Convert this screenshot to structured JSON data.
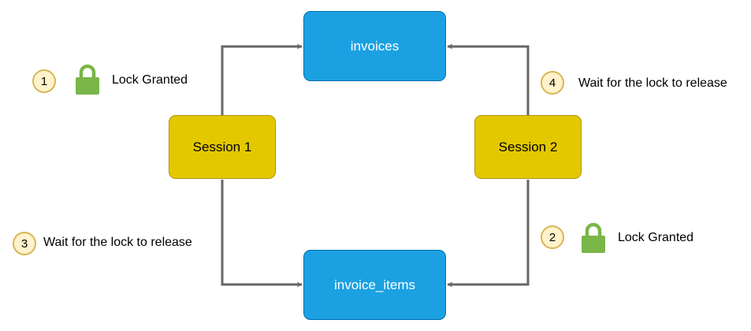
{
  "tables": {
    "invoices": "invoices",
    "invoice_items": "invoice_items"
  },
  "sessions": {
    "session_1": "Session 1",
    "session_2": "Session 2"
  },
  "steps": [
    {
      "number": "1",
      "text": "Lock Granted"
    },
    {
      "number": "2",
      "text": "Lock Granted"
    },
    {
      "number": "3",
      "text": "Wait for the lock to release"
    },
    {
      "number": "4",
      "text": "Wait for the lock to release"
    }
  ],
  "icons": {
    "lock": "padlock-icon"
  },
  "colors": {
    "table_fill": "#1ba1e2",
    "table_stroke": "#006eaf",
    "session_fill": "#e3c800",
    "session_stroke": "#b09500",
    "step_fill": "#fff2cc",
    "step_stroke": "#d6b656",
    "lock": "#7ab648",
    "connector": "#666666"
  }
}
